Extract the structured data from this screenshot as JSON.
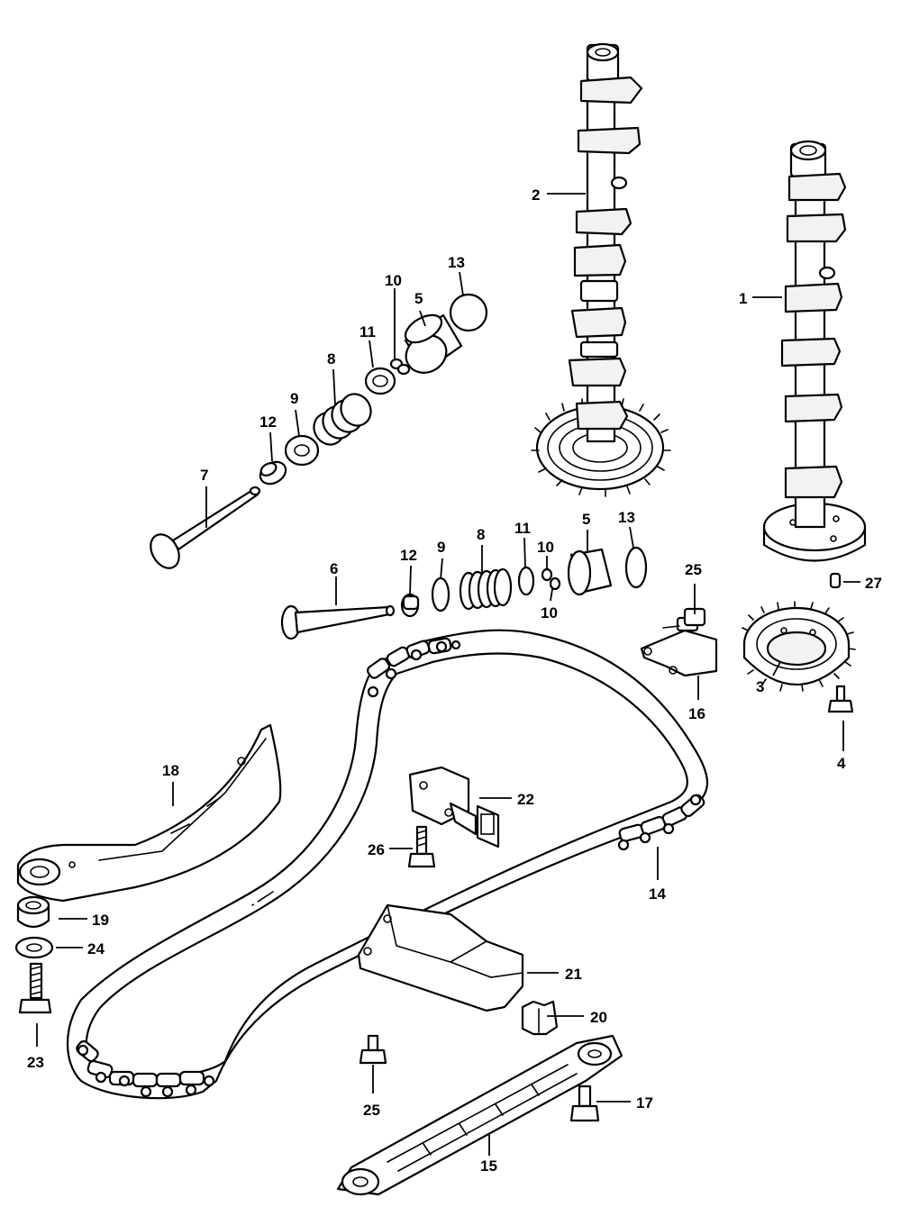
{
  "diagram": {
    "type": "exploded-parts-diagram",
    "callouts": {
      "c1": "1",
      "c2": "2",
      "c3": "3",
      "c4": "4",
      "c5a": "5",
      "c5b": "5",
      "c6": "6",
      "c7": "7",
      "c8a": "8",
      "c8b": "8",
      "c9a": "9",
      "c9b": "9",
      "c10a": "10",
      "c10b": "10",
      "c10c": "10",
      "c11a": "11",
      "c11b": "11",
      "c12a": "12",
      "c12b": "12",
      "c13a": "13",
      "c13b": "13",
      "c14": "14",
      "c15": "15",
      "c16": "16",
      "c17": "17",
      "c18": "18",
      "c19": "19",
      "c20": "20",
      "c21": "21",
      "c22": "22",
      "c23": "23",
      "c24": "24",
      "c25a": "25",
      "c25b": "25",
      "c26": "26",
      "c27": "27"
    }
  }
}
